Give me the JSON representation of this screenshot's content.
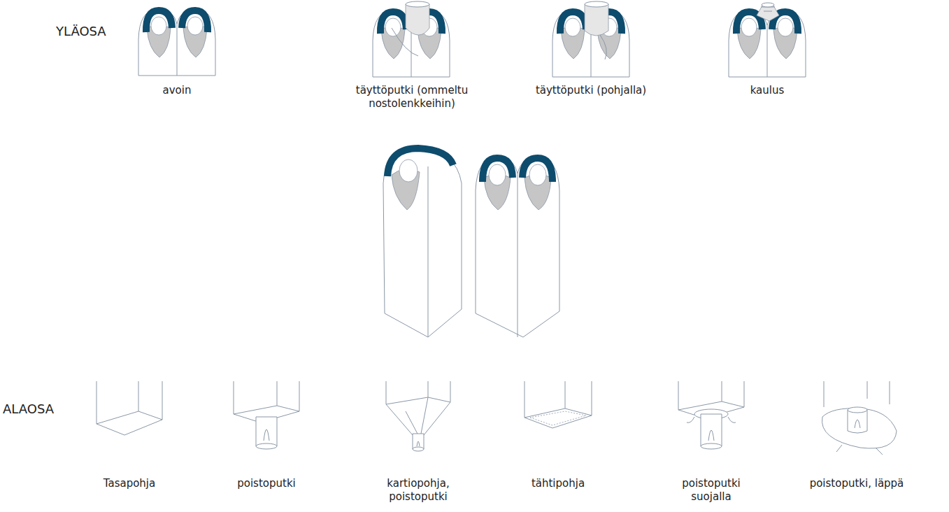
{
  "diagram": {
    "labels": [
      "YLÄOSA",
      "avoin",
      "täyttöputki (ommeltu nostolenkkeihin)",
      "täyttöputki (pohjalla)",
      "kaulus",
      "ALAOSA",
      "Tasapohja",
      "poistoputki",
      "kartiopohja, poistoputki",
      "tähtipohja",
      "poistoputki suojalla",
      "poistoputki, läppä"
    ]
  }
}
